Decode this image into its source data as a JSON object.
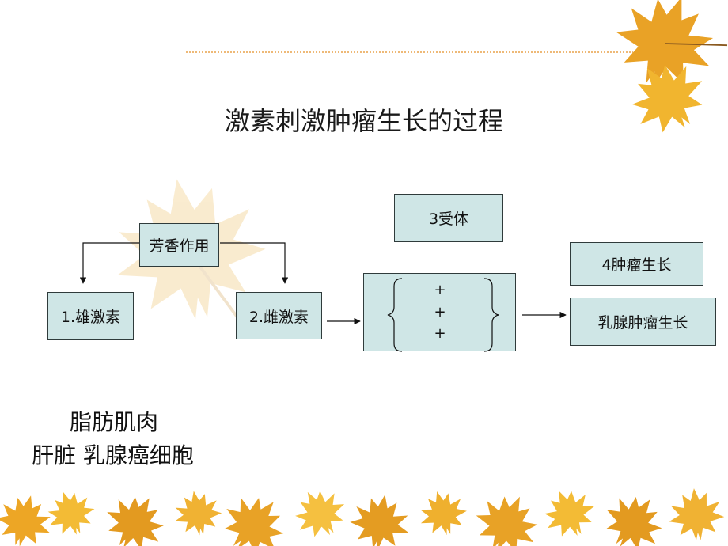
{
  "slide": {
    "title": "激素刺激肿瘤生长的过程",
    "aromatase_label": "芳香作用",
    "androgen_label": "1.雄激素",
    "estrogen_label": "2.雌激素",
    "receptor_label": "3受体",
    "plus_signs": [
      "+",
      "+",
      "+"
    ],
    "tumor_growth_label": "4肿瘤生长",
    "breast_tumor_label": "乳腺肿瘤生长",
    "tissues_line1": "脂肪肌肉",
    "tissues_line2": "肝脏 乳腺癌细胞"
  },
  "colors": {
    "box_fill": "#cfe6e6",
    "leaf_orange": "#e9a226",
    "leaf_faded": "#f3e0b0",
    "divider": "#e8a24a"
  }
}
